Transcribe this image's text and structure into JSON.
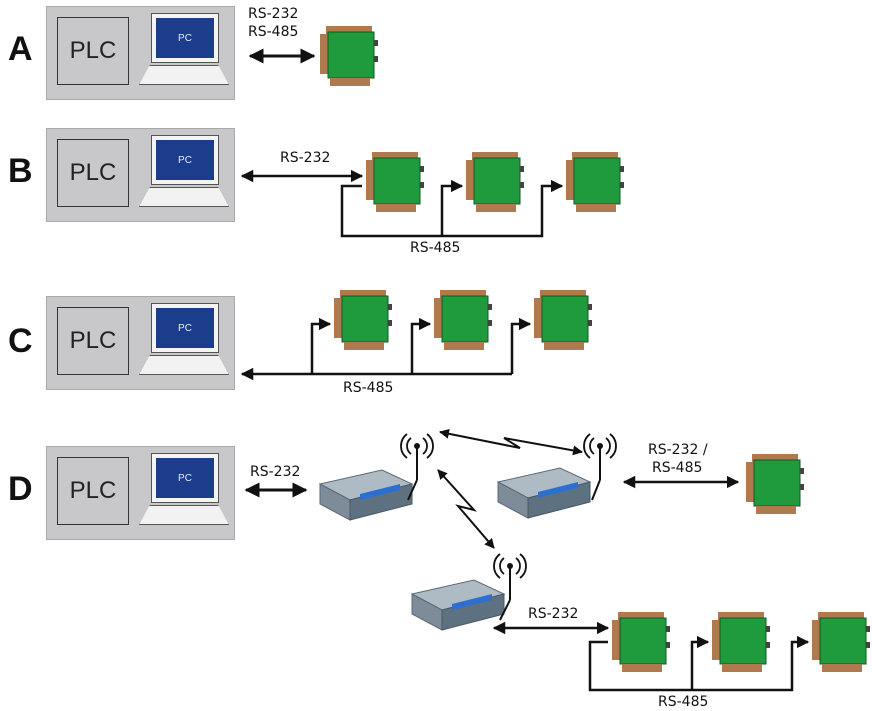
{
  "rows": {
    "a": {
      "letter": "A",
      "plc": "PLC",
      "pc": "PC",
      "link_line1": "RS-232",
      "link_line2": "RS-485"
    },
    "b": {
      "letter": "B",
      "plc": "PLC",
      "pc": "PC",
      "link": "RS-232",
      "bus": "RS-485"
    },
    "c": {
      "letter": "C",
      "plc": "PLC",
      "pc": "PC",
      "bus": "RS-485"
    },
    "d": {
      "letter": "D",
      "plc": "PLC",
      "pc": "PC",
      "link": "RS-232",
      "right_link_line1": "RS-232 /",
      "right_link_line2": "RS-485",
      "bottom_link": "RS-232",
      "bottom_bus": "RS-485"
    }
  },
  "colors": {
    "panel": "#c8c8ca",
    "screen": "#1c3c8c",
    "board": "#1f9a3c",
    "connector": "#b07a4e",
    "modem": "#8fa0ad",
    "wire": "#111111"
  }
}
